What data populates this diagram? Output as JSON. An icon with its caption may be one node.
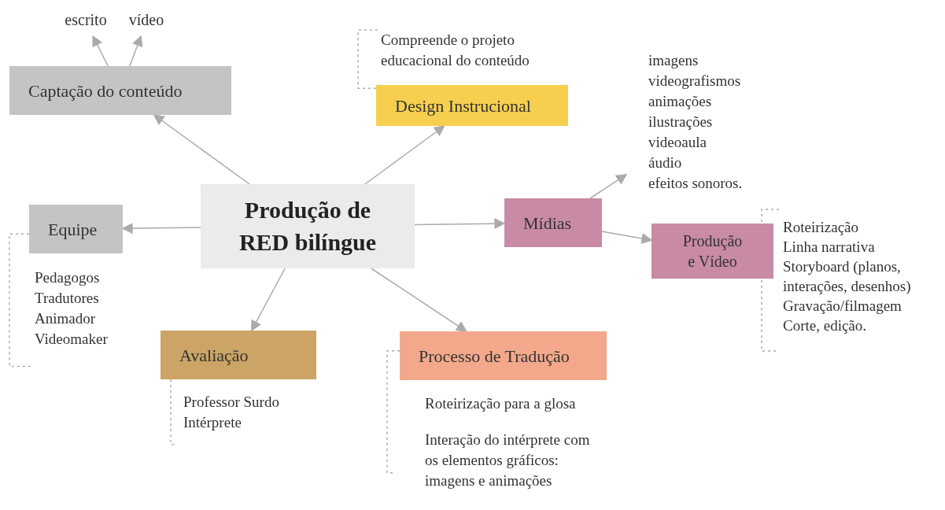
{
  "diagram": {
    "nodes": [
      {
        "text": [
          "Produção de RED bilíngue"
        ]
      },
      {
        "text": [
          "Captação do conteúdo"
        ]
      },
      {
        "text": [
          "escrito"
        ]
      },
      {
        "text": [
          "vídeo"
        ]
      },
      {
        "text": [
          "Design Instrucional"
        ]
      },
      {
        "text": [
          "Compreende o projeto educacional do conteúdo"
        ]
      },
      {
        "text": [
          "Mídias"
        ]
      },
      {
        "text": [
          "imagens",
          "videografismos",
          "animações",
          "ilustrações",
          "videoaula",
          "áudio",
          "efeitos sonoros."
        ]
      },
      {
        "text": [
          "Produção e Vídeo"
        ],
        "beside": [
          "Roteirização",
          "Linha narrativa",
          "Storyboard (planos,",
          "interações, desenhos)",
          "Gravação/filmagem",
          "Corte, edição."
        ]
      },
      {
        "text": [
          "Equipe"
        ]
      },
      {
        "text": [
          "Pedagogos",
          "Tradutores",
          "Animador",
          "Videomaker"
        ]
      },
      {
        "text": [
          "Avaliação"
        ]
      },
      {
        "text": [
          "Professor Surdo",
          "Intérprete"
        ]
      },
      {
        "text": [
          "Processo de Tradução"
        ]
      },
      {
        "text": [
          "Roteirização para a glosa",
          "Interação do intérprete com os elementos gráficos: imagens e animações"
        ]
      }
    ],
    "edges": [
      {
        "from": 0,
        "to": 1,
        "arrow": "to"
      },
      {
        "from": 1,
        "to": 2,
        "arrow": "to"
      },
      {
        "from": 1,
        "to": 3,
        "arrow": "to"
      },
      {
        "from": 0,
        "to": 4,
        "arrow": "to"
      },
      {
        "from": 0,
        "to": 6,
        "arrow": "to"
      },
      {
        "from": 6,
        "to": 7,
        "arrow": "to"
      },
      {
        "from": 6,
        "to": 8,
        "arrow": "to"
      },
      {
        "from": 0,
        "to": 9,
        "arrow": "to"
      },
      {
        "from": 0,
        "to": 11,
        "arrow": "to"
      },
      {
        "from": 0,
        "to": 13,
        "arrow": "to"
      },
      {
        "from": 4,
        "to": 5,
        "arrow": "none",
        "style": "dashed"
      },
      {
        "from": 9,
        "to": 10,
        "arrow": "none",
        "style": "dashed"
      },
      {
        "from": 11,
        "to": 12,
        "arrow": "none",
        "style": "dashed"
      },
      {
        "from": 13,
        "to": 14,
        "arrow": "none",
        "style": "dashed"
      }
    ]
  }
}
